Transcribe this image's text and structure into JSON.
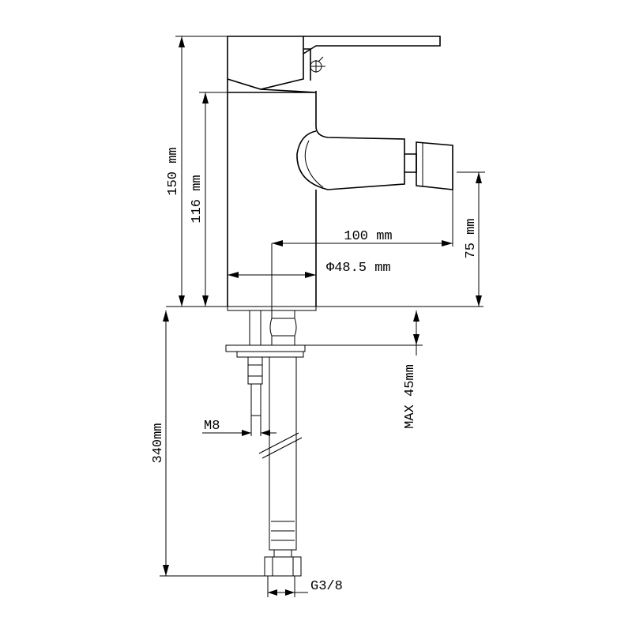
{
  "labels": {
    "height_total": "150 mm",
    "height_body": "116 mm",
    "reach": "100 mm",
    "diameter": "Φ48.5 mm",
    "spout_height": "75 mm",
    "max_thickness": "MAX 45mm",
    "stud_thread": "M8",
    "hose_length": "340mm",
    "hose_thread": "G3/8"
  }
}
